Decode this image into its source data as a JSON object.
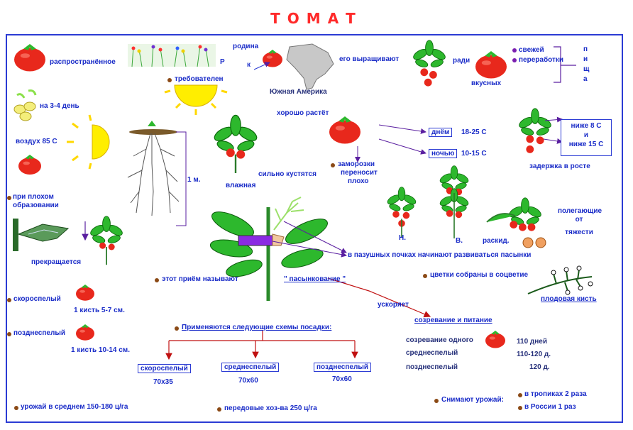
{
  "title": "ТОМАТ",
  "top": {
    "widespread": "распространённое",
    "homeland": "родина",
    "to": "к",
    "demanding": "требователен",
    "south_america": "Южная Америка",
    "grown": "его выращивают",
    "for": "ради",
    "tasty": "вкусных",
    "fresh": "свежей",
    "processed": "переработки",
    "food": [
      "п",
      "и",
      "щ",
      "а"
    ],
    "r": "Р"
  },
  "left": {
    "day_3_4": "на 3-4 день",
    "air_85": "воздух 85 С",
    "poor_formation": [
      "при плохом",
      "образовании"
    ],
    "stops": "прекращается",
    "early_ripe": "скороспелый",
    "early_cluster": "1 кисть   5-7 см.",
    "late_ripe": "позднеспелый",
    "late_cluster": "1 кисть  10-14 см.",
    "yield_avg": "урожай  в  среднем  150-180 ц/га"
  },
  "middle": {
    "root_height": "1 м.",
    "grows_well": "хорошо растёт",
    "humid": "влажная",
    "bushes": "сильно кустятся",
    "frost": [
      "заморозки",
      "переносит",
      "плохо"
    ],
    "day_box": "днём",
    "day_temp": "18-25 С",
    "night_box": "ночью",
    "night_temp": "10-15 С",
    "below_8": "ниже  8 С",
    "and": "и",
    "below_15": "ниже  15 С",
    "growth_delay": "задержка в росте",
    "axil": "в пазушных почках  начинают развиваться пасынки",
    "technique": "этот  приём  называют",
    "pasynok": "\" пасынкование \"",
    "accelerates": "ускоряет",
    "scheme_title": "Применяются следующие схемы посадки:",
    "schemes": [
      {
        "name": "скороспелый",
        "size": "70x35"
      },
      {
        "name": "среднеспелый",
        "size": "70x60"
      },
      {
        "name": "позднеспелый",
        "size": "70x60"
      }
    ],
    "leading_farms": "передовые хоз-ва  250 ц/га",
    "labels_n": "Н.",
    "labels_v": "В.",
    "labels_r": "раскид."
  },
  "right": {
    "lodging": [
      "полегающие",
      "от",
      "тяжести"
    ],
    "flowers": "цветки собраны в соцветие",
    "fruit_cluster": "плодовая кисть",
    "ripening": "созревание и питание",
    "ripening_one": "созревание одного",
    "mid_ripe": "среднеспелый",
    "late_ripe": "позднеспелый",
    "days_1": "110 дней",
    "days_2": "110-120 д.",
    "days_3": "120 д.",
    "harvest": "Снимают урожай:",
    "tropics": "в  тропиках  2 раза",
    "russia": "в России     1 раз"
  },
  "colors": {
    "title": "#ff2a2a",
    "text": "#1a2cc8",
    "tomato": "#e8281c",
    "leaf": "#2db82d",
    "sun": "#ffee00",
    "arrow": "#c01010"
  }
}
